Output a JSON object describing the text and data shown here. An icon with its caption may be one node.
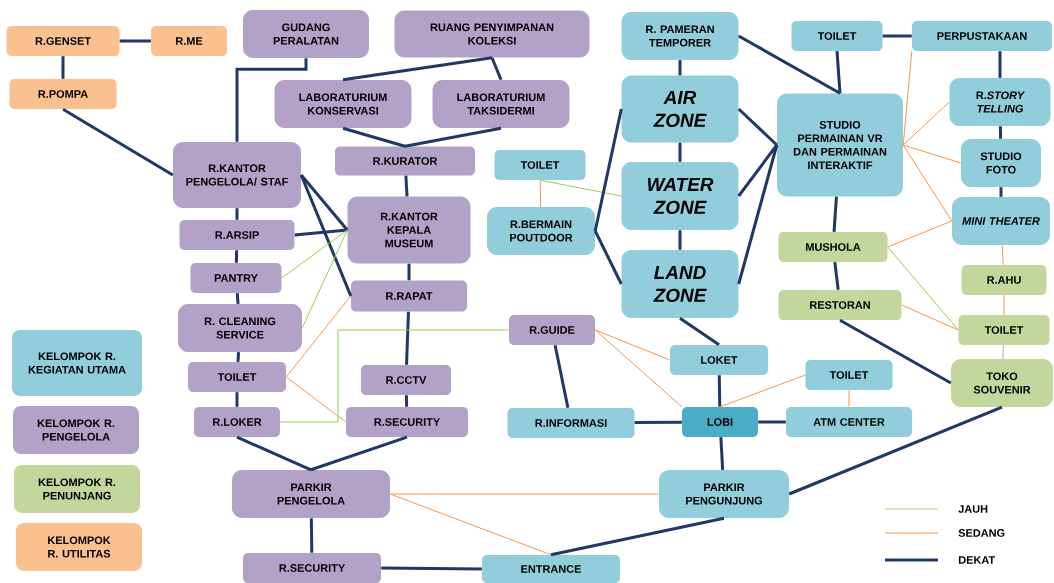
{
  "diagram": {
    "nodes": [
      {
        "text": [
          "R.GENSET"
        ]
      },
      {
        "text": [
          "R.ME"
        ]
      },
      {
        "text": [
          "R.POMPA"
        ]
      },
      {
        "text": [
          "GUDANG PERALATAN"
        ]
      },
      {
        "text": [
          "RUANG PENYIMPANAN KOLEKSI"
        ]
      },
      {
        "text": [
          "LABORATURIUM KONSERVASI"
        ]
      },
      {
        "text": [
          "LABORATURIUM TAKSIDERMI"
        ]
      },
      {
        "text": [
          "R.KANTOR PENGELOLA/ STAF"
        ]
      },
      {
        "text": [
          "R.KURATOR"
        ]
      },
      {
        "text": [
          "R.ARSIP"
        ]
      },
      {
        "text": [
          "R.KANTOR KEPALA MUSEUM"
        ]
      },
      {
        "text": [
          "PANTRY"
        ]
      },
      {
        "text": [
          "R.RAPAT"
        ]
      },
      {
        "text": [
          "R. CLEANING SERVICE"
        ]
      },
      {
        "text": [
          "TOILET"
        ]
      },
      {
        "text": [
          "R.LOKER"
        ]
      },
      {
        "text": [
          "R.CCTV"
        ]
      },
      {
        "text": [
          "R.SECURITY"
        ]
      },
      {
        "text": [
          "PARKIR PENGELOLA"
        ]
      },
      {
        "text": [
          "R.SECURITY"
        ]
      },
      {
        "text": [
          "ENTRANCE"
        ]
      },
      {
        "text": [
          "PARKIR PENGUNJUNG"
        ]
      },
      {
        "text": [
          "R.GUIDE"
        ]
      },
      {
        "text": [
          "R.INFORMASI"
        ]
      },
      {
        "text": [
          "LOBI"
        ]
      },
      {
        "text": [
          "ATM CENTER"
        ]
      },
      {
        "text": [
          "LOKET"
        ]
      },
      {
        "text": [
          "TOILET"
        ]
      },
      {
        "text": [
          "TOILET"
        ]
      },
      {
        "text": [
          "R.BERMAIN POUTDOOR"
        ]
      },
      {
        "text": [
          "R. PAMERAN TEMPORER"
        ]
      },
      {
        "text": [
          "AIR ZONE"
        ]
      },
      {
        "text": [
          "WATER ZONE"
        ]
      },
      {
        "text": [
          "LAND ZONE"
        ]
      },
      {
        "text": [
          "TOILET"
        ]
      },
      {
        "text": [
          "PERPUSTAKAAN"
        ]
      },
      {
        "text": [
          "STUDIO PERMAINAN VR DAN PERMAINAN INTERAKTIF"
        ]
      },
      {
        "text": [
          "R.*STORY TELLING*"
        ]
      },
      {
        "text": [
          "STUDIO FOTO"
        ]
      },
      {
        "text": [
          "MINI THEATER"
        ]
      },
      {
        "text": [
          "MUSHOLA"
        ]
      },
      {
        "text": [
          "R.AHU"
        ]
      },
      {
        "text": [
          "RESTORAN"
        ]
      },
      {
        "text": [
          "TOILET"
        ]
      },
      {
        "text": [
          "TOKO SOUVENIR"
        ]
      }
    ],
    "edges": [
      {
        "from": 0,
        "to": 1,
        "arrow": "none"
      },
      {
        "from": 0,
        "to": 2,
        "arrow": "none"
      },
      {
        "from": 2,
        "to": 7,
        "arrow": "none"
      },
      {
        "from": 3,
        "to": 7,
        "arrow": "none"
      },
      {
        "from": 4,
        "to": 5,
        "arrow": "none"
      },
      {
        "from": 4,
        "to": 6,
        "arrow": "none"
      },
      {
        "from": 5,
        "to": 8,
        "arrow": "none"
      },
      {
        "from": 6,
        "to": 8,
        "arrow": "none"
      },
      {
        "from": 8,
        "to": 10,
        "arrow": "none"
      },
      {
        "from": 7,
        "to": 9,
        "arrow": "none"
      },
      {
        "from": 9,
        "to": 11,
        "arrow": "none"
      },
      {
        "from": 11,
        "to": 13,
        "arrow": "none"
      },
      {
        "from": 13,
        "to": 14,
        "arrow": "none"
      },
      {
        "from": 14,
        "to": 15,
        "arrow": "none"
      },
      {
        "from": 7,
        "to": 10,
        "arrow": "none"
      },
      {
        "from": 7,
        "to": 12,
        "arrow": "none"
      },
      {
        "from": 9,
        "to": 10,
        "arrow": "none"
      },
      {
        "from": 11,
        "to": 10,
        "arrow": "none",
        "color": "#92d050"
      },
      {
        "from": 13,
        "to": 10,
        "arrow": "none",
        "color": "#92d050"
      },
      {
        "from": 10,
        "to": 12,
        "arrow": "none"
      },
      {
        "from": 14,
        "to": 12,
        "arrow": "none",
        "color": "#f79646"
      },
      {
        "from": 14,
        "to": 17,
        "arrow": "none",
        "color": "#f79646"
      },
      {
        "from": 12,
        "to": 16,
        "arrow": "none"
      },
      {
        "from": 16,
        "to": 17,
        "arrow": "none"
      },
      {
        "from": 15,
        "to": 22,
        "arrow": "none",
        "color": "#92d050"
      },
      {
        "from": 15,
        "to": 18,
        "arrow": "none"
      },
      {
        "from": 17,
        "to": 18,
        "arrow": "none"
      },
      {
        "from": 18,
        "to": 19,
        "arrow": "none"
      },
      {
        "from": 19,
        "to": 20,
        "arrow": "none"
      },
      {
        "from": 18,
        "to": 21,
        "arrow": "none",
        "color": "#f79646"
      },
      {
        "from": 18,
        "to": 20,
        "arrow": "none",
        "color": "#f79646"
      },
      {
        "from": 20,
        "to": 21,
        "arrow": "none"
      },
      {
        "from": 21,
        "to": 24,
        "arrow": "none"
      },
      {
        "from": 22,
        "to": 23,
        "arrow": "none"
      },
      {
        "from": 22,
        "to": 26,
        "arrow": "none",
        "color": "#f79646"
      },
      {
        "from": 22,
        "to": 24,
        "arrow": "none",
        "color": "#f79646"
      },
      {
        "from": 23,
        "to": 24,
        "arrow": "none"
      },
      {
        "from": 24,
        "to": 26,
        "arrow": "none"
      },
      {
        "from": 24,
        "to": 25,
        "arrow": "none"
      },
      {
        "from": 24,
        "to": 27,
        "arrow": "none",
        "color": "#f79646"
      },
      {
        "from": 27,
        "to": 25,
        "arrow": "none",
        "color": "#f79646"
      },
      {
        "from": 26,
        "to": 33,
        "arrow": "none"
      },
      {
        "from": 28,
        "to": 29,
        "arrow": "none",
        "color": "#f79646"
      },
      {
        "from": 28,
        "to": 32,
        "arrow": "none",
        "color": "#92d050"
      },
      {
        "from": 29,
        "to": 31,
        "arrow": "none"
      },
      {
        "from": 29,
        "to": 33,
        "arrow": "none"
      },
      {
        "from": 30,
        "to": 31,
        "arrow": "none"
      },
      {
        "from": 31,
        "to": 32,
        "arrow": "none"
      },
      {
        "from": 32,
        "to": 33,
        "arrow": "none"
      },
      {
        "from": 30,
        "to": 36,
        "arrow": "none"
      },
      {
        "from": 31,
        "to": 36,
        "arrow": "none"
      },
      {
        "from": 32,
        "to": 36,
        "arrow": "none"
      },
      {
        "from": 33,
        "to": 36,
        "arrow": "none"
      },
      {
        "from": 34,
        "to": 35,
        "arrow": "none"
      },
      {
        "from": 34,
        "to": 36,
        "arrow": "none"
      },
      {
        "from": 35,
        "to": 36,
        "arrow": "none",
        "color": "#f79646"
      },
      {
        "from": 35,
        "to": 37,
        "arrow": "none"
      },
      {
        "from": 36,
        "to": 37,
        "arrow": "none",
        "color": "#f79646"
      },
      {
        "from": 36,
        "to": 38,
        "arrow": "none",
        "color": "#f79646"
      },
      {
        "from": 36,
        "to": 39,
        "arrow": "none",
        "color": "#f79646"
      },
      {
        "from": 37,
        "to": 38,
        "arrow": "none"
      },
      {
        "from": 38,
        "to": 39,
        "arrow": "none"
      },
      {
        "from": 39,
        "to": 40,
        "arrow": "none",
        "color": "#f79646"
      },
      {
        "from": 39,
        "to": 41,
        "arrow": "none",
        "color": "#f79646"
      },
      {
        "from": 36,
        "to": 40,
        "arrow": "none"
      },
      {
        "from": 40,
        "to": 42,
        "arrow": "none"
      },
      {
        "from": 40,
        "to": 43,
        "arrow": "none",
        "color": "#92d050"
      },
      {
        "from": 41,
        "to": 43,
        "arrow": "none",
        "color": "#f79646"
      },
      {
        "from": 42,
        "to": 43,
        "arrow": "none",
        "color": "#f79646"
      },
      {
        "from": 42,
        "to": 44,
        "arrow": "none"
      },
      {
        "from": 43,
        "to": 44,
        "arrow": "none",
        "color": "#f79646"
      },
      {
        "from": 44,
        "to": 21,
        "arrow": "none"
      }
    ],
    "legend": [
      {
        "text": "KELOMPOK R. KEGIATAN UTAMA",
        "color": "#92cddc"
      },
      {
        "text": "KELOMPOK R. PENGELOLA",
        "color": "#b2a2c7"
      },
      {
        "text": "KELOMPOK R. PENUNJANG",
        "color": "#c3d69b"
      },
      {
        "text": "KELOMPOK R. UTILITAS",
        "color": "#fac090"
      },
      {
        "text": "JAUH"
      },
      {
        "text": "SEDANG"
      },
      {
        "text": "DEKAT"
      }
    ]
  }
}
